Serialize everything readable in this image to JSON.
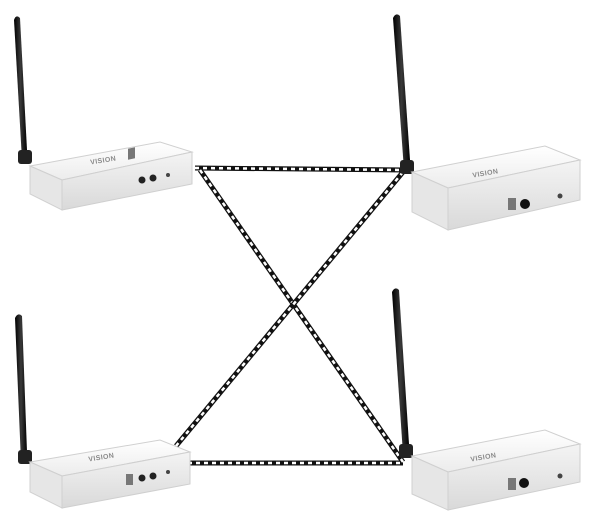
{
  "scene": {
    "description_free": true,
    "device_brand": "VISION",
    "link_style": "dashed-cross",
    "colors": {
      "background": "#ffffff",
      "device_body": "#f2f2f2",
      "device_shadow": "#c9c9c9",
      "antenna": "#1a1a1a",
      "link_dark": "#111111",
      "link_light": "#ffffff"
    },
    "devices": [
      {
        "id": "top-left-unit",
        "port_style": "three-port"
      },
      {
        "id": "top-right-unit",
        "port_style": "one-port"
      },
      {
        "id": "bottom-left-unit",
        "port_style": "three-port"
      },
      {
        "id": "bottom-right-unit",
        "port_style": "one-port"
      }
    ]
  }
}
